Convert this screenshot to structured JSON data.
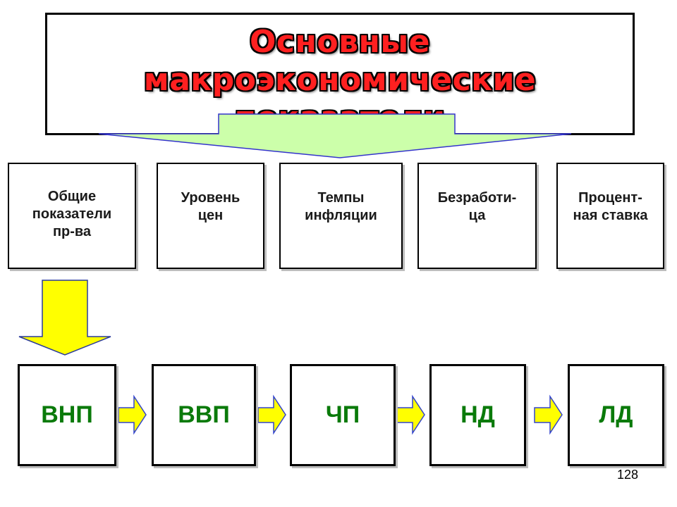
{
  "title": {
    "line1": "Основные",
    "line2": "макроэкономические",
    "line3": "показатели"
  },
  "categories": [
    {
      "label": "Общие\nпоказатели\nпр-ва"
    },
    {
      "label": "Уровень\nцен"
    },
    {
      "label": "Темпы\nинфляции"
    },
    {
      "label": "Безработи-\nца"
    },
    {
      "label": "Процент-\nная ставка"
    }
  ],
  "indicators": [
    {
      "label": "ВНП"
    },
    {
      "label": "ВВП"
    },
    {
      "label": "ЧП"
    },
    {
      "label": "НД"
    },
    {
      "label": "ЛД"
    }
  ],
  "page_number": "128",
  "colors": {
    "title_fill": "#ff2020",
    "indicator_text": "#0a7a0a",
    "big_arrow_fill": "#ccffaa",
    "big_arrow_stroke": "#3333cc",
    "yellow_arrow_fill": "#ffff00",
    "small_arrow_stroke": "#3344cc"
  }
}
